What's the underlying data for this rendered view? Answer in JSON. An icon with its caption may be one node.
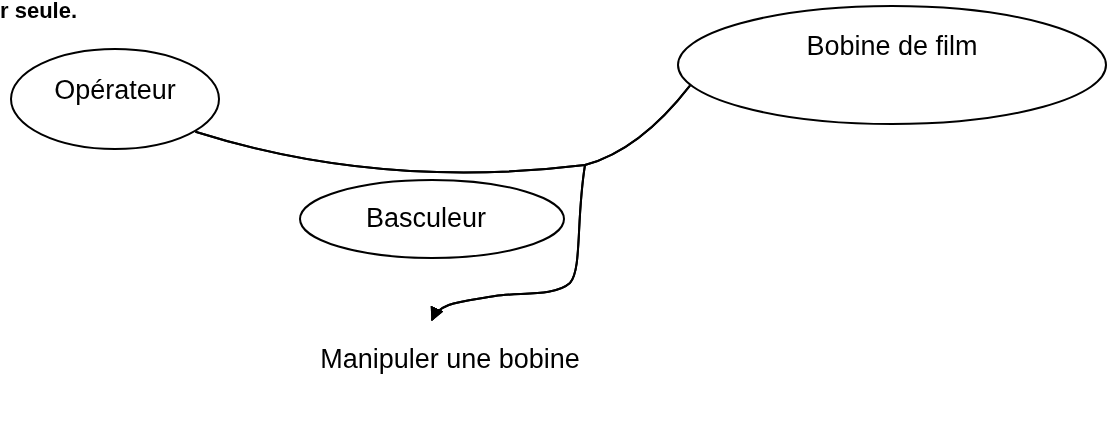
{
  "diagram": {
    "nodes": [
      {
        "text": [
          "Opérateur"
        ]
      },
      {
        "text": [
          "Bobine de film"
        ]
      },
      {
        "text": [
          "Basculeur"
        ]
      },
      {
        "text": [
          "Manipuler une bobine"
        ]
      }
    ],
    "edges": [
      {
        "from": 0,
        "to": 1,
        "arrow": "none"
      },
      {
        "from": 0,
        "to": 3,
        "arrow": "to"
      },
      {
        "from": 1,
        "to": 3,
        "arrow": "to"
      }
    ],
    "labels": [
      "r seule."
    ]
  }
}
